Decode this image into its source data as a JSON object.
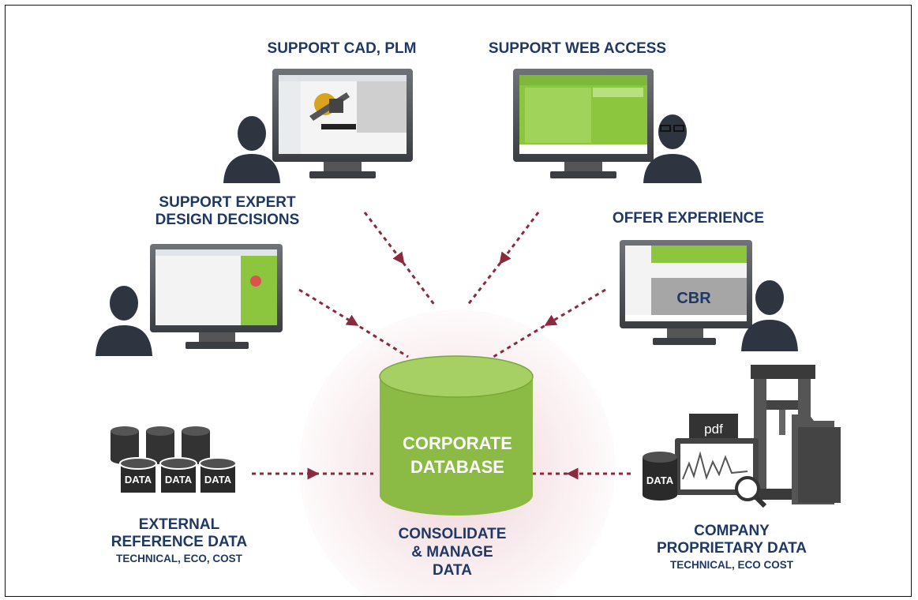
{
  "labels": {
    "support_cad_plm": "SUPPORT CAD, PLM",
    "support_web_access": "SUPPORT WEB ACCESS",
    "support_expert_line1": "SUPPORT EXPERT",
    "support_expert_line2": "DESIGN DECISIONS",
    "offer_experience": "OFFER EXPERIENCE",
    "cbr": "CBR",
    "corporate_line1": "CORPORATE",
    "corporate_line2": "DATABASE",
    "consolidate_line1": "CONSOLIDATE",
    "consolidate_line2": "& MANAGE",
    "consolidate_line3": "DATA",
    "external_line1": "EXTERNAL",
    "external_line2": "REFERENCE DATA",
    "external_sub": "TECHNICAL, ECO, COST",
    "company_line1": "COMPANY",
    "company_line2": "PROPRIETARY DATA",
    "company_sub": "TECHNICAL, ECO COST",
    "data_tag": "DATA",
    "pdf_tag": "pdf"
  },
  "colors": {
    "label_navy": "#1f3864",
    "db_green": "#8bbb45",
    "arrow_maroon": "#8b2a3c",
    "screen_green": "#8cc63f",
    "person_gray": "#1f2937"
  }
}
